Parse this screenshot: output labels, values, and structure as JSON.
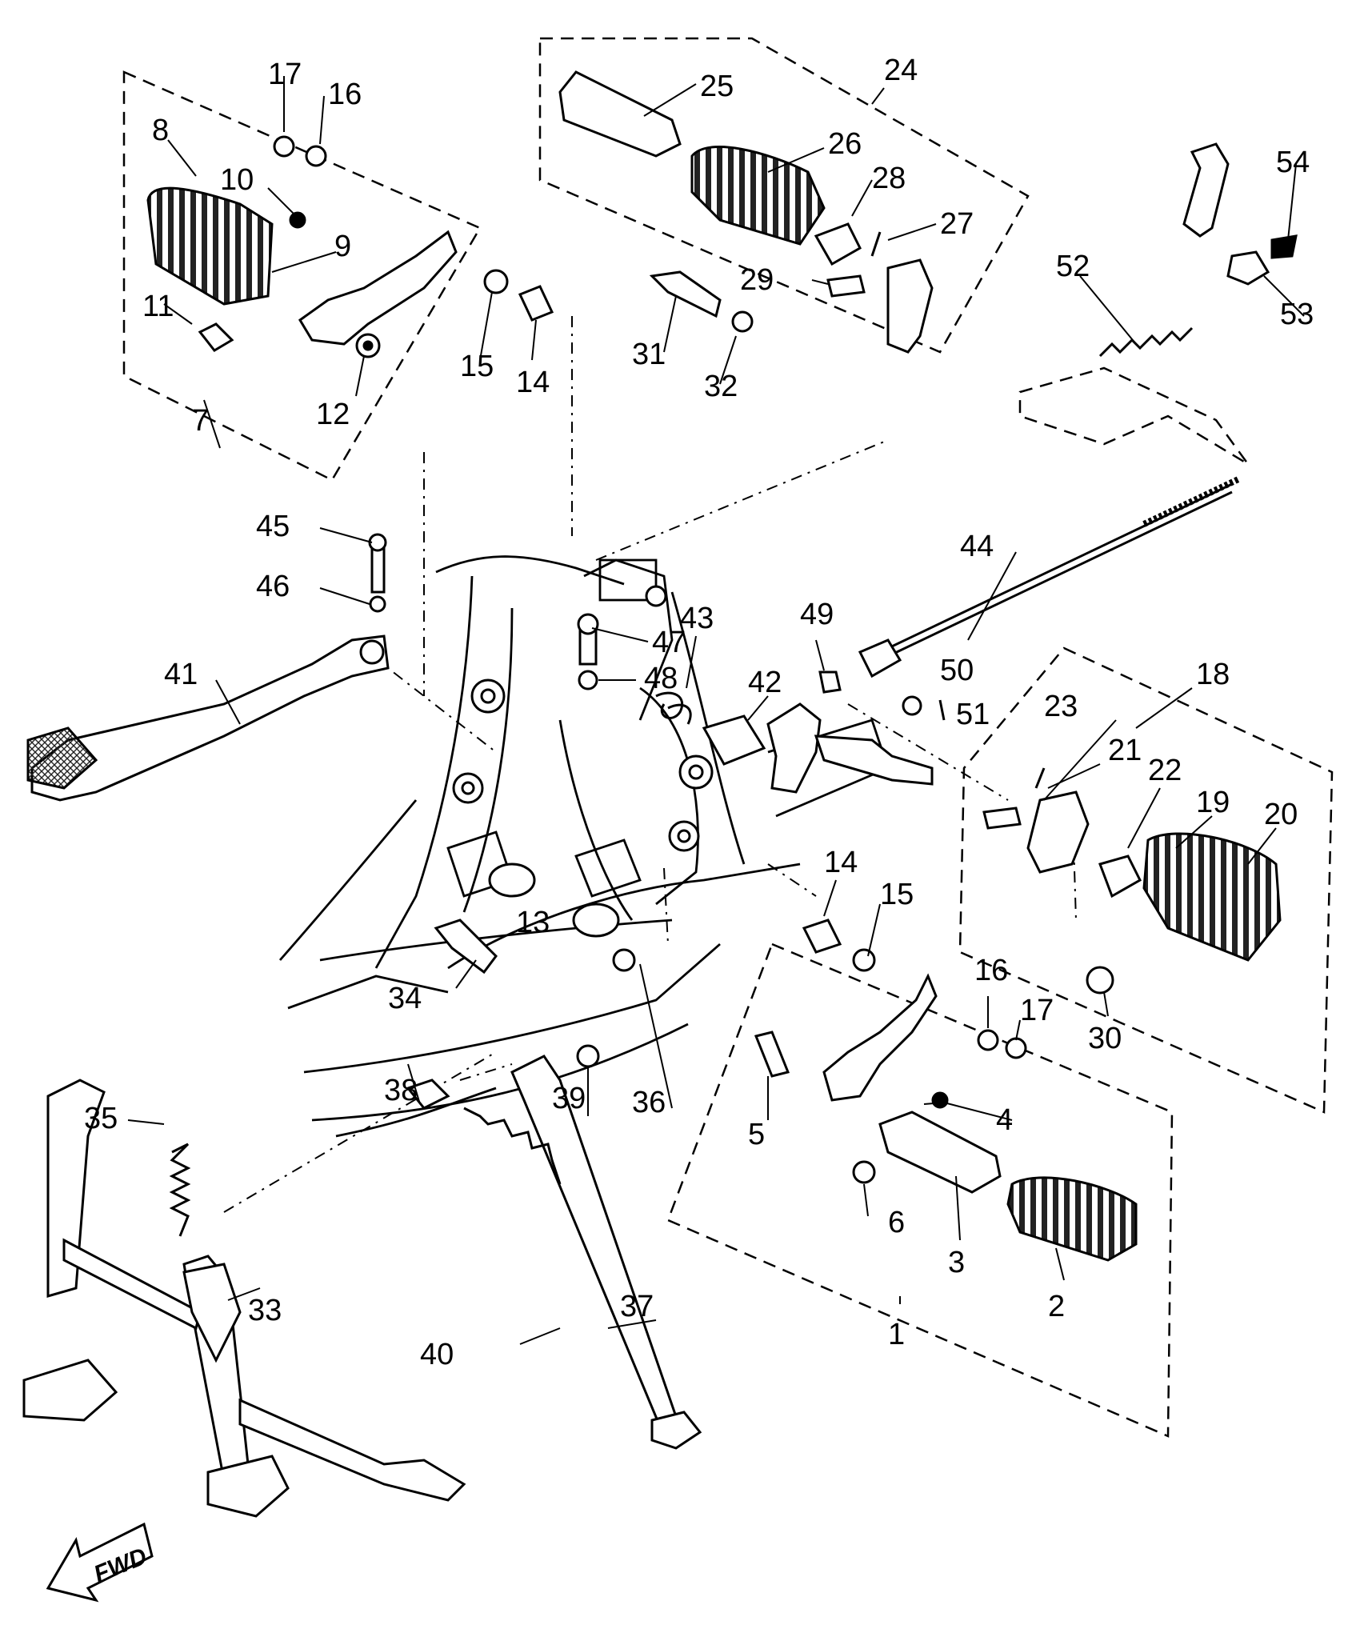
{
  "fwd_label": "FWD",
  "callouts": [
    {
      "id": "c1",
      "text": "1"
    },
    {
      "id": "c2",
      "text": "2"
    },
    {
      "id": "c3",
      "text": "3"
    },
    {
      "id": "c4",
      "text": "4"
    },
    {
      "id": "c5",
      "text": "5"
    },
    {
      "id": "c6",
      "text": "6"
    },
    {
      "id": "c7",
      "text": "7"
    },
    {
      "id": "c8",
      "text": "8"
    },
    {
      "id": "c9",
      "text": "9"
    },
    {
      "id": "c10",
      "text": "10"
    },
    {
      "id": "c11",
      "text": "11"
    },
    {
      "id": "c12",
      "text": "12"
    },
    {
      "id": "c13",
      "text": "13"
    },
    {
      "id": "c14a",
      "text": "14"
    },
    {
      "id": "c14b",
      "text": "14"
    },
    {
      "id": "c15a",
      "text": "15"
    },
    {
      "id": "c15b",
      "text": "15"
    },
    {
      "id": "c16a",
      "text": "16"
    },
    {
      "id": "c16b",
      "text": "16"
    },
    {
      "id": "c17a",
      "text": "17"
    },
    {
      "id": "c17b",
      "text": "17"
    },
    {
      "id": "c18",
      "text": "18"
    },
    {
      "id": "c19",
      "text": "19"
    },
    {
      "id": "c20",
      "text": "20"
    },
    {
      "id": "c21",
      "text": "21"
    },
    {
      "id": "c22",
      "text": "22"
    },
    {
      "id": "c23",
      "text": "23"
    },
    {
      "id": "c24",
      "text": "24"
    },
    {
      "id": "c25",
      "text": "25"
    },
    {
      "id": "c26",
      "text": "26"
    },
    {
      "id": "c27",
      "text": "27"
    },
    {
      "id": "c28",
      "text": "28"
    },
    {
      "id": "c29",
      "text": "29"
    },
    {
      "id": "c30",
      "text": "30"
    },
    {
      "id": "c31",
      "text": "31"
    },
    {
      "id": "c32",
      "text": "32"
    },
    {
      "id": "c33",
      "text": "33"
    },
    {
      "id": "c34",
      "text": "34"
    },
    {
      "id": "c35",
      "text": "35"
    },
    {
      "id": "c36",
      "text": "36"
    },
    {
      "id": "c37",
      "text": "37"
    },
    {
      "id": "c38",
      "text": "38"
    },
    {
      "id": "c39",
      "text": "39"
    },
    {
      "id": "c40",
      "text": "40"
    },
    {
      "id": "c41",
      "text": "41"
    },
    {
      "id": "c42",
      "text": "42"
    },
    {
      "id": "c43",
      "text": "43"
    },
    {
      "id": "c44",
      "text": "44"
    },
    {
      "id": "c45",
      "text": "45"
    },
    {
      "id": "c46",
      "text": "46"
    },
    {
      "id": "c47",
      "text": "47"
    },
    {
      "id": "c48",
      "text": "48"
    },
    {
      "id": "c49",
      "text": "49"
    },
    {
      "id": "c50",
      "text": "50"
    },
    {
      "id": "c51",
      "text": "51"
    },
    {
      "id": "c52",
      "text": "52"
    },
    {
      "id": "c53",
      "text": "53"
    },
    {
      "id": "c54",
      "text": "54"
    }
  ]
}
